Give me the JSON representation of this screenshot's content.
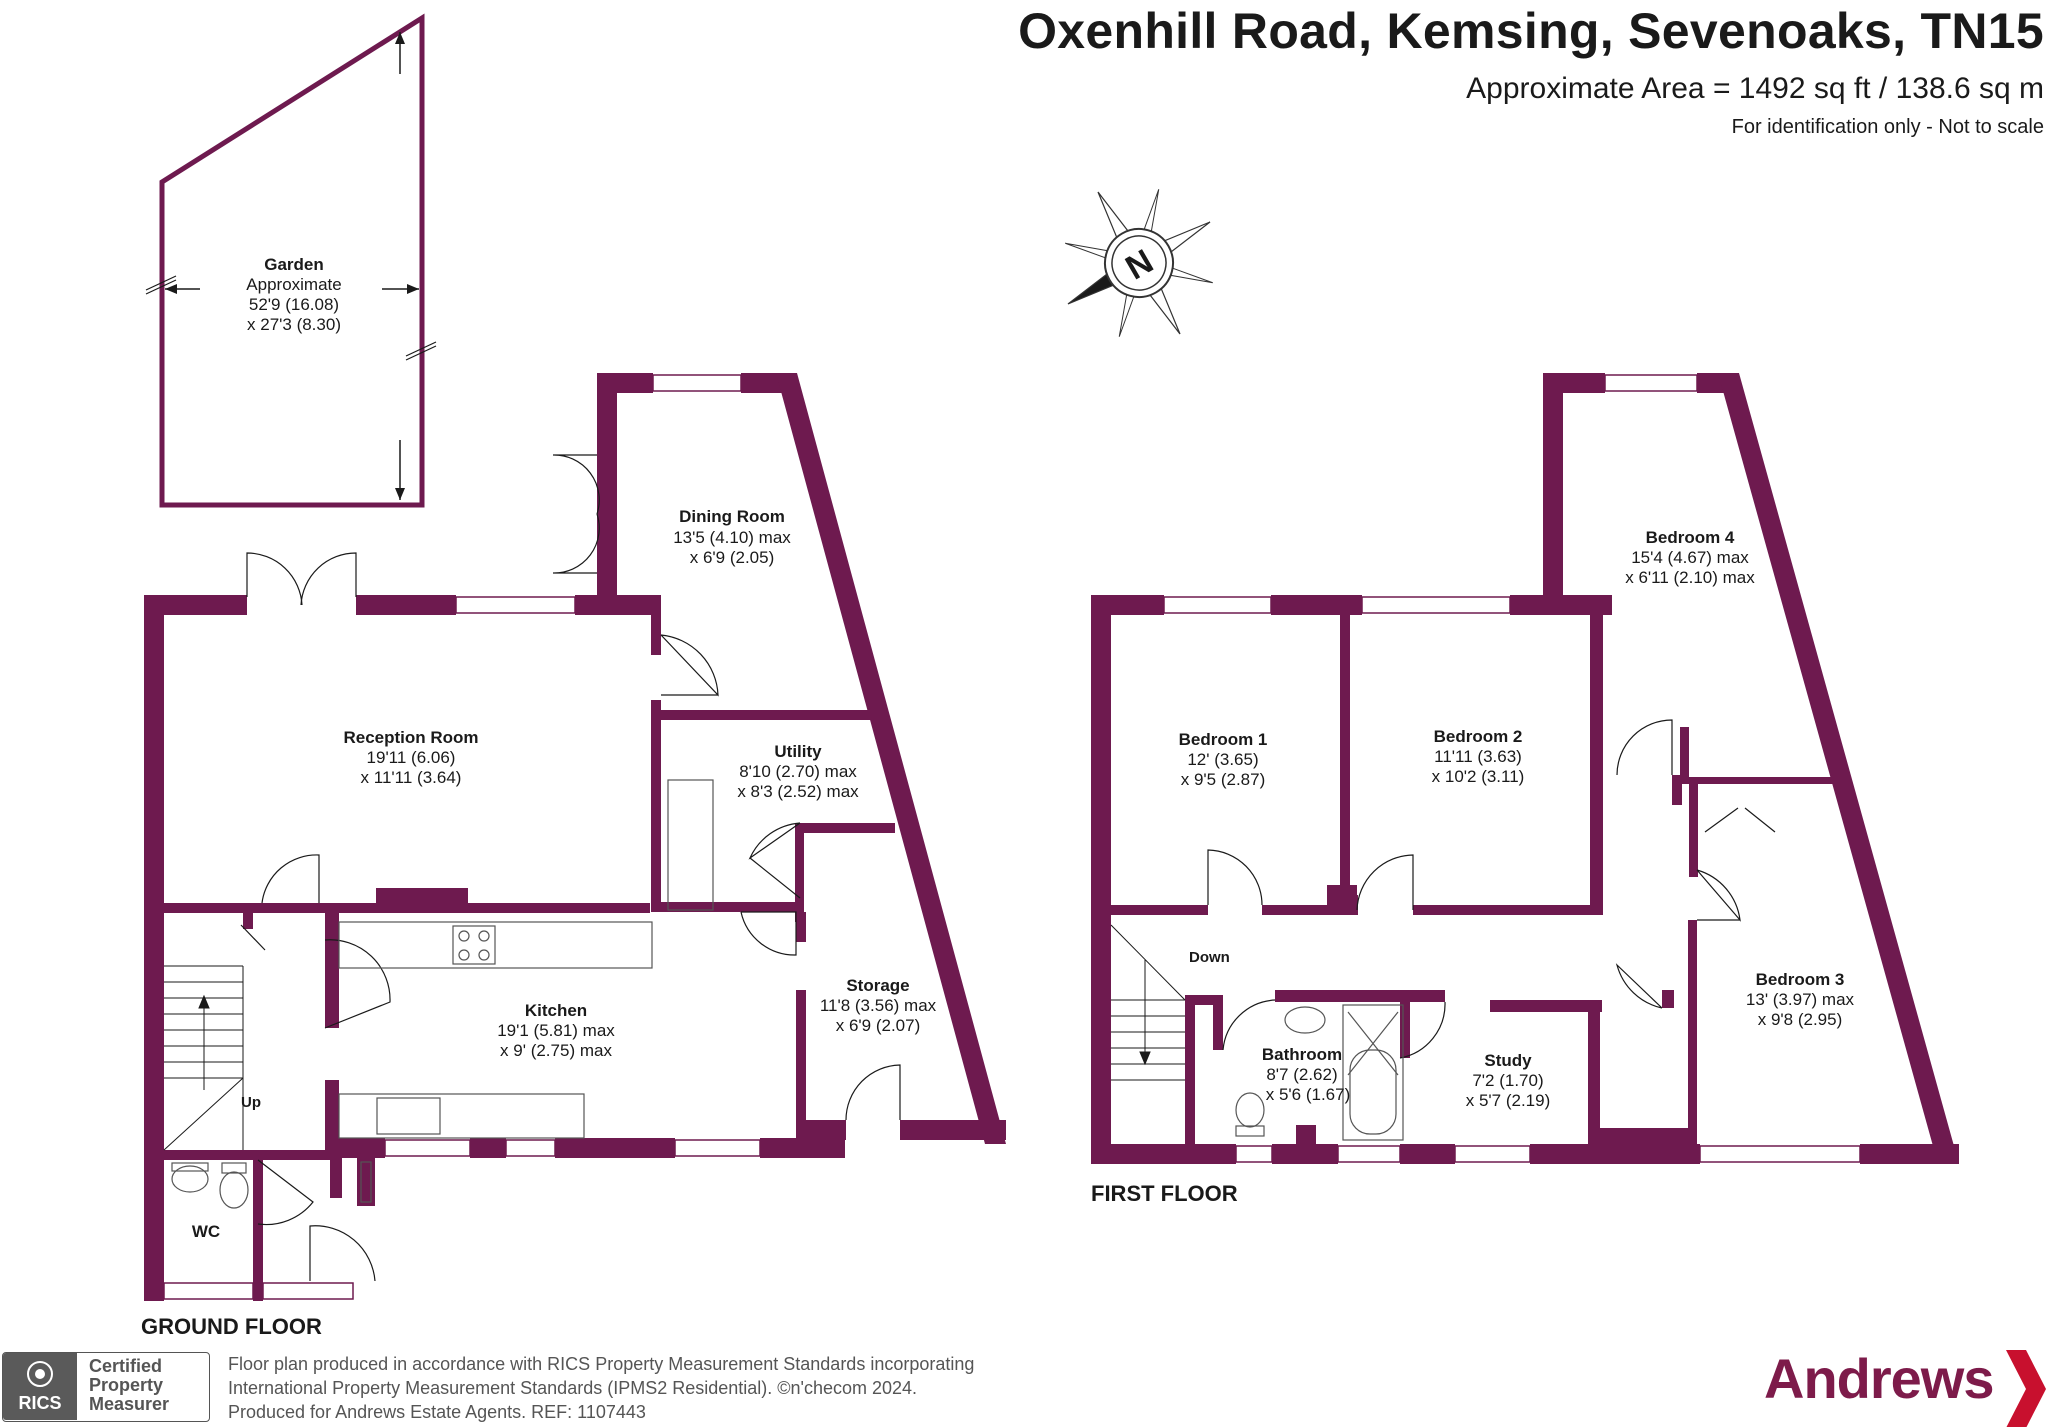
{
  "header": {
    "title": "Oxenhill Road, Kemsing, Sevenoaks, TN15",
    "area": "Approximate Area = 1492 sq ft / 138.6 sq m",
    "disclaimer": "For identification only - Not to scale"
  },
  "compass": {
    "label": "N"
  },
  "colors": {
    "wall": "#6e1a4f",
    "accent": "#c8102e",
    "brand": "#7d1b4a"
  },
  "floors": {
    "ground": "GROUND FLOOR",
    "first": "FIRST FLOOR"
  },
  "rooms": {
    "garden": {
      "name": "Garden",
      "l1": "Approximate",
      "l2": "52'9 (16.08)",
      "l3": "x 27'3 (8.30)"
    },
    "dining": {
      "name": "Dining Room",
      "l1": "13'5 (4.10) max",
      "l2": "x 6'9 (2.05)"
    },
    "reception": {
      "name": "Reception Room",
      "l1": "19'11 (6.06)",
      "l2": "x 11'11 (3.64)"
    },
    "utility": {
      "name": "Utility",
      "l1": "8'10 (2.70) max",
      "l2": "x 8'3 (2.52) max"
    },
    "kitchen": {
      "name": "Kitchen",
      "l1": "19'1 (5.81) max",
      "l2": "x 9' (2.75) max"
    },
    "storage": {
      "name": "Storage",
      "l1": "11'8 (3.56) max",
      "l2": "x 6'9 (2.07)"
    },
    "wc": {
      "name": "WC"
    },
    "bed1": {
      "name": "Bedroom 1",
      "l1": "12' (3.65)",
      "l2": "x 9'5 (2.87)"
    },
    "bed2": {
      "name": "Bedroom 2",
      "l1": "11'11 (3.63)",
      "l2": "x 10'2 (3.11)"
    },
    "bed4": {
      "name": "Bedroom 4",
      "l1": "15'4 (4.67) max",
      "l2": "x 6'11 (2.10) max"
    },
    "bed3": {
      "name": "Bedroom 3",
      "l1": "13' (3.97) max",
      "l2": "x 9'8 (2.95)"
    },
    "bathroom": {
      "name": "Bathroom",
      "l1": "8'7 (2.62)",
      "l2": "x 5'6 (1.67)"
    },
    "study": {
      "name": "Study",
      "l1": "7'2 (1.70)",
      "l2": "x 5'7 (2.19)"
    }
  },
  "stairs": {
    "up": "Up",
    "down": "Down"
  },
  "footer": {
    "line1": "Floor plan produced in accordance with RICS Property Measurement Standards incorporating",
    "line2": "International Property Measurement Standards (IPMS2 Residential).   ©n'checom 2024.",
    "line3": "Produced for Andrews Estate Agents.   REF:  1107443"
  },
  "badge": {
    "logo": "RICS",
    "l1": "Certified",
    "l2": "Property",
    "l3": "Measurer"
  },
  "brand": {
    "name": "Andrews"
  }
}
